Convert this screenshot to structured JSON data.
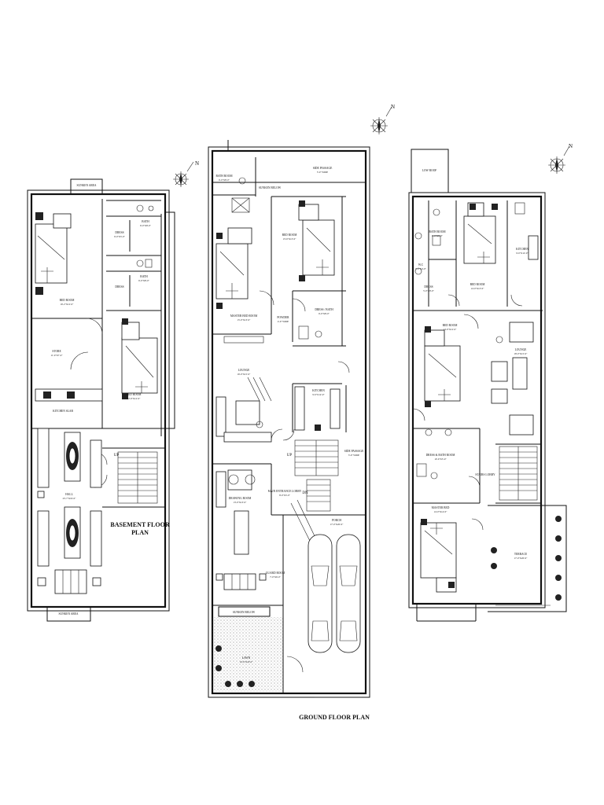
{
  "basement": {
    "title_line1": "BASEMENT FLOOR",
    "title_line2": "PLAN",
    "rooms": [
      {
        "key": "sunken_top",
        "name": "SUNKEN AREA",
        "dim": ""
      },
      {
        "key": "dress1",
        "name": "DRESS",
        "dim": "9'-0\"X5'-0\""
      },
      {
        "key": "bath1",
        "name": "BATH",
        "dim": "6'-0\"X8'-0\""
      },
      {
        "key": "dress2",
        "name": "DRESS",
        "dim": ""
      },
      {
        "key": "bath2",
        "name": "BATH",
        "dim": "6'-0\"X8'-0\""
      },
      {
        "key": "bed1",
        "name": "BED ROOM",
        "dim": "16'-2\"X12'-0\""
      },
      {
        "key": "store",
        "name": "STORE",
        "dim": "11'-0\"X7'-0\""
      },
      {
        "key": "kitchen",
        "name": "KITCHEN SLAB",
        "dim": ""
      },
      {
        "key": "bed2",
        "name": "BED ROOM",
        "dim": "12'-9\"X12'-0\""
      },
      {
        "key": "hall",
        "name": "HALL",
        "dim": "23'-7\"X19'-0\""
      },
      {
        "key": "sunken_bottom",
        "name": "SUNKEN AREA",
        "dim": ""
      }
    ],
    "up_label": "UP"
  },
  "ground": {
    "title": "GROUND FLOOR PLAN",
    "rooms": [
      {
        "key": "side_top",
        "name": "SIDE PASSAGE",
        "dim": "3'-0\" WIDE"
      },
      {
        "key": "bath",
        "name": "BATH ROOM",
        "dim": "6'-0\"X8'-0\""
      },
      {
        "key": "sunken",
        "name": "SUNKEN BELOW",
        "dim": ""
      },
      {
        "key": "master",
        "name": "MASTER BED ROOM",
        "dim": "15'-0\"X13'-0\""
      },
      {
        "key": "bed",
        "name": "BED ROOM",
        "dim": "13'-6\"X13'-0\""
      },
      {
        "key": "dress",
        "name": "DRESS / BATH",
        "dim": "6'-0\"X8'-0\""
      },
      {
        "key": "powder",
        "name": "POWDER",
        "dim": "4'-0\" WIDE"
      },
      {
        "key": "lounge",
        "name": "LOUNGE",
        "dim": "16'-0\"X15'-0\""
      },
      {
        "key": "kitchen",
        "name": "KITCHEN",
        "dim": "9'-0\"X12'-0\""
      },
      {
        "key": "side_mid",
        "name": "SIDE PASSAGE",
        "dim": "3'-0\" WIDE"
      },
      {
        "key": "lobby",
        "name": "MAIN ENTRANCE LOBBY",
        "dim": "8'-0\"X5'-0\""
      },
      {
        "key": "drawing",
        "name": "DRAWING ROOM",
        "dim": "13'-0\"X13'-0\""
      },
      {
        "key": "porch",
        "name": "PORCH",
        "dim": "17'-0\"X20'-0\""
      },
      {
        "key": "guard",
        "name": "GUARD ROOM",
        "dim": "7'-0\"X6'-0\""
      },
      {
        "key": "sunken2",
        "name": "SUNKEN BELOW",
        "dim": ""
      },
      {
        "key": "lawn",
        "name": "LAWN",
        "dim": "10'-0\"X18'-0\""
      }
    ],
    "up_label": "UP",
    "dn_label": "DN"
  },
  "first": {
    "rooms": [
      {
        "key": "lowroof",
        "name": "LOW ROOF",
        "dim": ""
      },
      {
        "key": "bath_a",
        "name": "BATH ROOM",
        "dim": "6'-0\"X8'-0\""
      },
      {
        "key": "kitchen",
        "name": "KITCHEN",
        "dim": "9'-0\"X12'-0\""
      },
      {
        "key": "wc",
        "name": "W.C",
        "dim": "5'-0\"X4'-0\""
      },
      {
        "key": "dress",
        "name": "DRESS",
        "dim": "5'-0\"X8'-0\""
      },
      {
        "key": "bed_top",
        "name": "BED ROOM",
        "dim": "14'-0\"X13'-0\""
      },
      {
        "key": "bed_mid",
        "name": "BED ROOM",
        "dim": "14'-0\"X12'-0\""
      },
      {
        "key": "lounge",
        "name": "LOUNGE",
        "dim": "18'-0\"X15'-0\""
      },
      {
        "key": "dress_bath",
        "name": "DRESS & BATH ROOM",
        "dim": "10'-0\"X5'-0\""
      },
      {
        "key": "stair_lobby",
        "name": "STAIRS LOBBY",
        "dim": ""
      },
      {
        "key": "master",
        "name": "MASTER BED",
        "dim": "14'-0\"X14'-0\""
      },
      {
        "key": "terrace",
        "name": "TERRACE",
        "dim": "17'-0\"X20'-0\""
      }
    ],
    "north_label": "N"
  }
}
